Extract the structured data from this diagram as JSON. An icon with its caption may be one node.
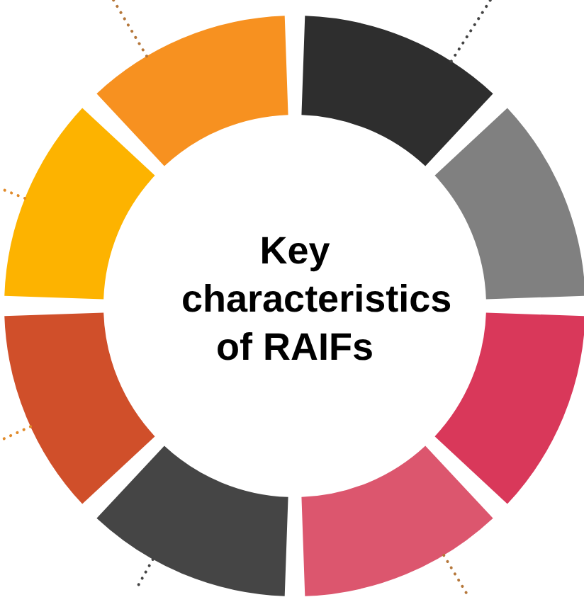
{
  "diagram": {
    "nodes": [
      {
        "text": [
          "Key characteristics of RAIFs"
        ]
      },
      {
        "text": [],
        "shape": "segment"
      },
      {
        "text": [],
        "shape": "segment"
      },
      {
        "text": [],
        "shape": "segment"
      },
      {
        "text": [],
        "shape": "segment"
      },
      {
        "text": [],
        "shape": "segment"
      },
      {
        "text": [],
        "shape": "segment"
      },
      {
        "text": [],
        "shape": "segment"
      },
      {
        "text": [],
        "shape": "segment"
      }
    ],
    "edges": [
      {
        "from": 8,
        "to": null,
        "arrow": "none",
        "style": "dashed",
        "color": "#b5773a"
      },
      {
        "from": 1,
        "to": null,
        "arrow": "none",
        "style": "dashed",
        "color": "#444444"
      },
      {
        "from": 7,
        "to": null,
        "arrow": "none",
        "style": "dashed",
        "color": "#e08a2a"
      },
      {
        "from": 6,
        "to": null,
        "arrow": "none",
        "style": "dashed",
        "color": "#e08a2a"
      },
      {
        "from": 5,
        "to": null,
        "arrow": "none",
        "style": "dashed",
        "color": "#444444"
      },
      {
        "from": 4,
        "to": null,
        "arrow": "none",
        "style": "dashed",
        "color": "#b5773a"
      }
    ]
  }
}
